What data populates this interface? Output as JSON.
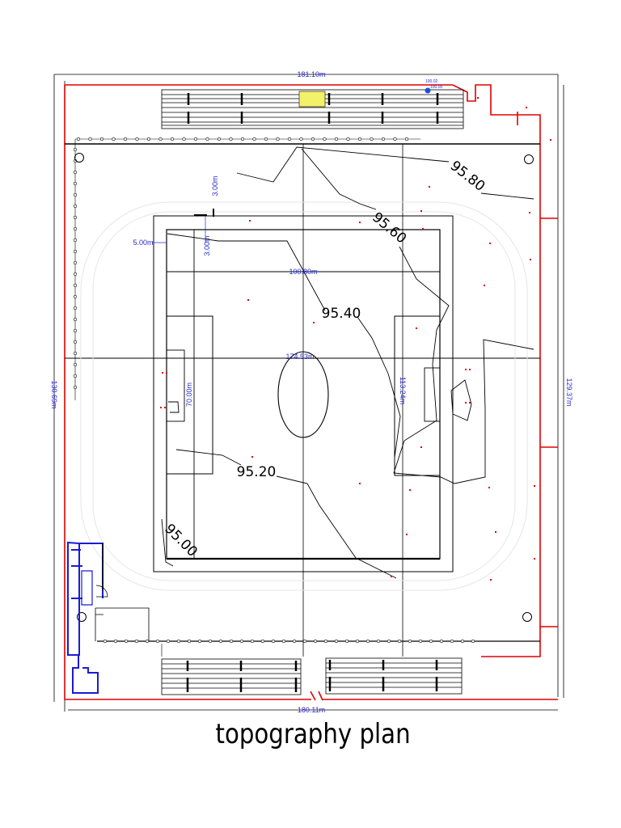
{
  "caption": "topography plan",
  "dimensions": {
    "top_width": "181.10m",
    "bottom_width": "180.11m",
    "left_height": "130.69m",
    "right_height": "129.37m",
    "field_width": "100.80m",
    "center_line": "174.53m",
    "field_height_right": "113.24m",
    "penalty_height_left": "70.00m",
    "offset_top_a": "3.00m",
    "offset_top_b": "3.00m",
    "offset_left": "5.00m"
  },
  "contours": {
    "c9580": "95.80",
    "c9560": "95.60",
    "c9540": "95.40",
    "c9520": "95.20",
    "c9500": "95.00"
  },
  "benchmark": {
    "line1": "100.02",
    "line2": "100.00"
  },
  "colors": {
    "boundary": "#e00000",
    "dimension": "#2a2ad0",
    "building": "#1a1ad8",
    "highlight": "#f3f06a",
    "linework": "#000000"
  }
}
